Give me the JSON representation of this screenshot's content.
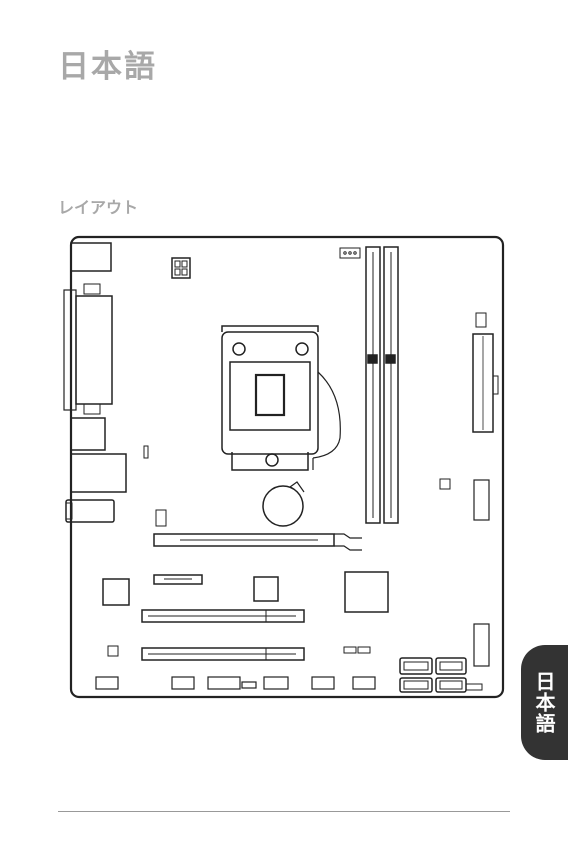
{
  "page": {
    "title": "日本語",
    "section_heading": "レイアウト",
    "side_tab": "日本語"
  },
  "colors": {
    "heading_gray": "#a8a8a8",
    "tab_background": "#333333",
    "outline": "#222222"
  },
  "diagram": {
    "subject": "motherboard-layout",
    "icons": [
      "board-outline",
      "cpu-socket",
      "dimm-slots",
      "pcie-slots",
      "sata-ports",
      "battery",
      "io-ports"
    ]
  }
}
